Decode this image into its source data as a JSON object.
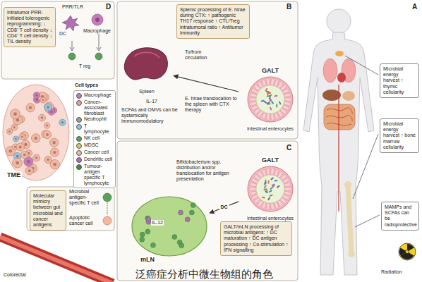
{
  "diagram": {
    "caption": "泛癌症分析中微生物组的角色",
    "nodes": [
      {
        "text": [
          "Intratumor PRR-initiated tolerogenic reprogramming: ↓ CD8⁺ T cell density ↓ CD4⁺ T cell density ↓ TIL density"
        ]
      },
      {
        "text": [
          "Splenic processing of E. hirae during CTX: ↑ pathogenic TH17 response ↑ CTL/Treg intratumoral ratio ↑ Antitumor immunity"
        ]
      },
      {
        "text": [
          "Spleen"
        ]
      },
      {
        "text": [
          "GALT",
          "Intestinal enterocytes"
        ]
      },
      {
        "text": [
          "Microbial energy harvest ↑ thymic cellularity"
        ]
      },
      {
        "text": [
          "Microbial energy harvest ↑ bone marrow cellularity"
        ]
      },
      {
        "text": [
          "TME"
        ]
      },
      {
        "text": [
          "Molecular mimicry between gut microbial and cancer antigens"
        ]
      },
      {
        "text": [
          "GALT",
          "Intestinal enterocytes"
        ]
      },
      {
        "text": [
          "mLN"
        ]
      },
      {
        "text": [
          "GALT/mLN processing of microbial antigens: ↑ DC maturation ↑ DC antigen processing ↑ Co-stimulation ↑ IFN signalling"
        ]
      },
      {
        "text": [
          "MAMPs and SCFAs can be radioprotective"
        ]
      }
    ],
    "edges": [
      {
        "from": 3,
        "to": 2,
        "arrow": "to"
      },
      {
        "from": 8,
        "to": 9,
        "label": "DC",
        "arrow": "to"
      }
    ],
    "labels": [
      "A",
      "B",
      "C",
      "D",
      "PRR/TLR",
      "DC",
      "Macrophage",
      "T reg",
      "Cell types",
      "Microbial antigen-specific T cell",
      "Apoptotic cancer cell",
      "E. hirae translocation to the spleen with CTX therapy",
      "SCFAs and OMVs can be systemically immunomodulatory",
      "IL-17",
      "To/from circulation",
      "Bifidobacterium spp. distribution and/or translocation for antigen presentation",
      "IL-12",
      "Radiation",
      "Colorectal"
    ],
    "legend": [
      {
        "text": "Macrophage",
        "color": "#c77dbb"
      },
      {
        "text": "Cancer-associated fibroblast",
        "color": "#e9a0a0"
      },
      {
        "text": "Neutrophil",
        "color": "#9b9b9b"
      },
      {
        "text": "T lymphocyte",
        "color": "#8fc7e8"
      },
      {
        "text": "NK cell",
        "color": "#5aa05a"
      },
      {
        "text": "MDSC",
        "color": "#d9c36a"
      },
      {
        "text": "Cancer cell",
        "color": "#f2b8a0"
      },
      {
        "text": "Dendritic cell",
        "color": "#b06fb0"
      },
      {
        "text": "Tumour-antigen specific T lymphocyte",
        "color": "#3f8f3f"
      }
    ]
  }
}
